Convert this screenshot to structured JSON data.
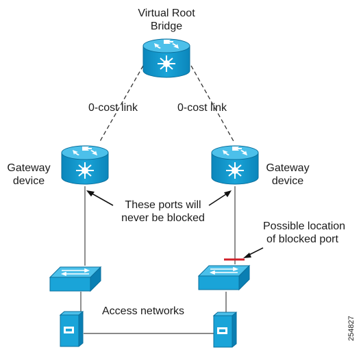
{
  "root_bridge": {
    "label_line1": "Virtual Root",
    "label_line2": "Bridge"
  },
  "links": {
    "left_label": "0-cost link",
    "right_label": "0-cost link"
  },
  "gateway_left": {
    "label_line1": "Gateway",
    "label_line2": "device"
  },
  "gateway_right": {
    "label_line1": "Gateway",
    "label_line2": "device"
  },
  "ports_note": {
    "line1": "These ports will",
    "line2": "never be blocked"
  },
  "blocked_note": {
    "line1": "Possible location",
    "line2": "of blocked port"
  },
  "access": {
    "label": "Access networks"
  },
  "figure_id": "254827",
  "colors": {
    "device_blue": "#1aa4d8",
    "device_dark": "#0a7fb3",
    "blocked_mark": "#d0202a",
    "line": "#333333"
  },
  "icons": {
    "router": "router-icon",
    "switch": "switch-icon",
    "host": "host-icon"
  }
}
